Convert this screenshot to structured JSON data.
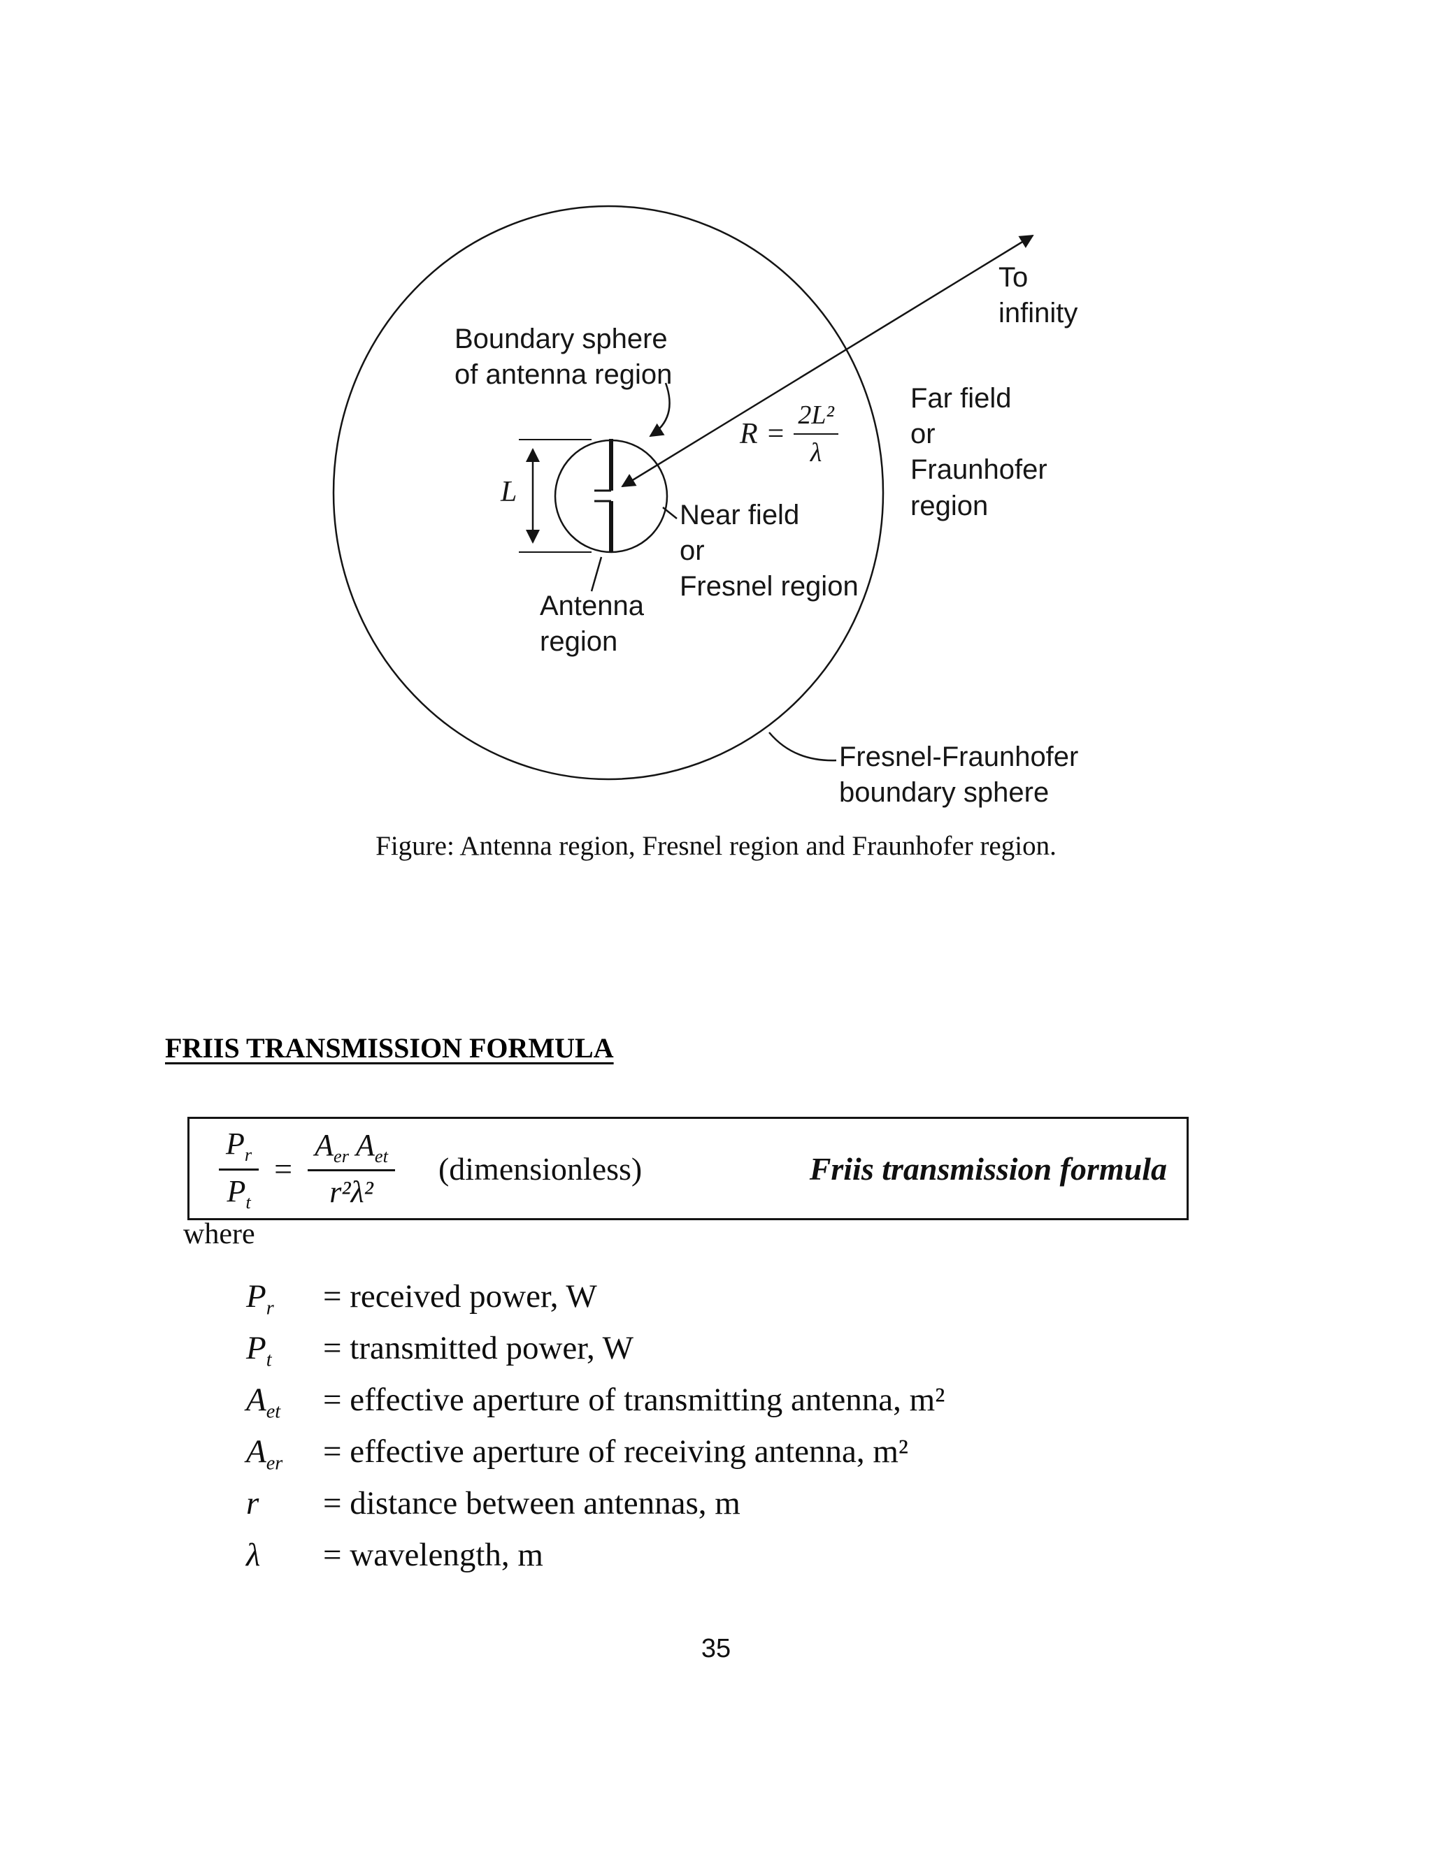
{
  "page": {
    "caption": "Figure: Antenna region, Fresnel region and Fraunhofer region.",
    "page_number": "35"
  },
  "diagram": {
    "labels": {
      "boundary_line1": "Boundary sphere",
      "boundary_line2": "of antenna region",
      "to_infinity_line1": "To",
      "to_infinity_line2": "infinity",
      "far_line1": "Far field",
      "far_line2": "or",
      "far_line3": "Fraunhofer",
      "far_line4": "region",
      "near_line1": "Near field",
      "near_line2": "or",
      "near_line3": "Fresnel region",
      "antenna_line1": "Antenna",
      "antenna_line2": "region",
      "l_label": "L",
      "fresnel_line1": "Fresnel-Fraunhofer",
      "fresnel_line2": "boundary sphere"
    },
    "r_formula": {
      "lhs": "R",
      "eq": "=",
      "num": "2L²",
      "den": "λ"
    }
  },
  "friis": {
    "heading": "FRIIS TRANSMISSION FORMULA",
    "formula": {
      "lhs_num": "P",
      "lhs_num_sub": "r",
      "lhs_den": "P",
      "lhs_den_sub": "t",
      "eq": "=",
      "rhs_num_a1": "A",
      "rhs_num_a1_sub": "er",
      "rhs_num_a2": "A",
      "rhs_num_a2_sub": "et",
      "rhs_den": "r²λ²",
      "dimensionless": "(dimensionless)",
      "name": "Friis transmission formula"
    },
    "where_label": "where",
    "definitions": [
      {
        "sym": "P",
        "sub": "r",
        "def": "= received power, W"
      },
      {
        "sym": "P",
        "sub": "t",
        "def": "= transmitted power, W"
      },
      {
        "sym": "A",
        "sub": "et",
        "def": "= effective aperture of transmitting antenna, m²"
      },
      {
        "sym": "A",
        "sub": "er",
        "def": "= effective aperture of receiving antenna, m²"
      },
      {
        "sym": "r",
        "sub": "",
        "def": "= distance between antennas, m"
      },
      {
        "sym": "λ",
        "sub": "",
        "def": "= wavelength, m"
      }
    ]
  }
}
